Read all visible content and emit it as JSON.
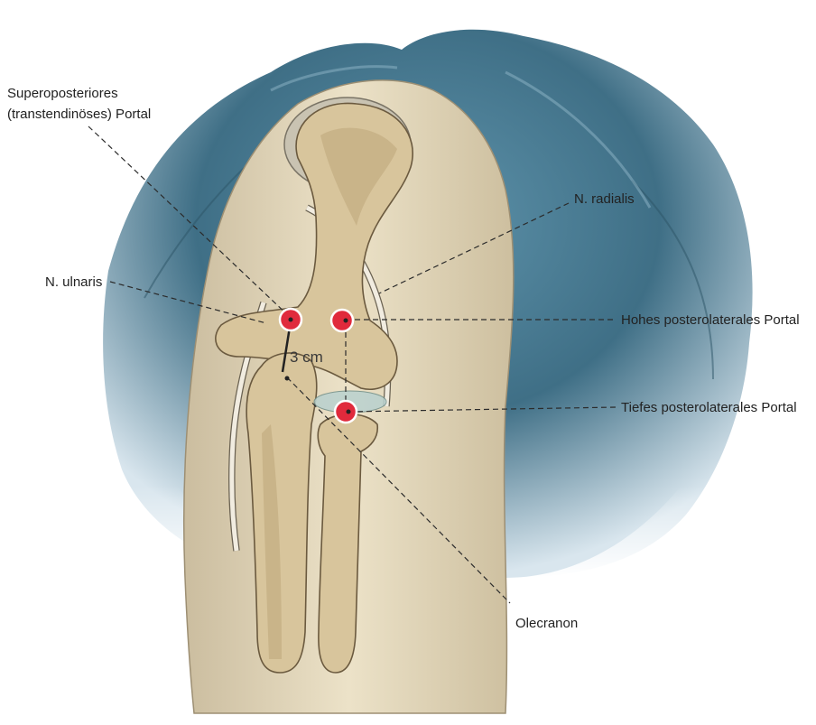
{
  "labels": {
    "superoposterior_line1": "Superoposteriores",
    "superoposterior_line2": "(transtendinöses) Portal",
    "radial_nerve": "N. radialis",
    "ulnar_nerve": "N. ulnaris",
    "high_posterolateral": "Hohes posterolaterales Portal",
    "low_posterolateral": "Tiefes posterolaterales Portal",
    "olecranon": "Olecranon"
  },
  "measurement": "3 cm",
  "colors": {
    "drape": "#3f6f86",
    "skin": "#e8dcc0",
    "bone": "#d8c59c",
    "portal": "#e02a3c",
    "nerve": "#f1ece0"
  }
}
